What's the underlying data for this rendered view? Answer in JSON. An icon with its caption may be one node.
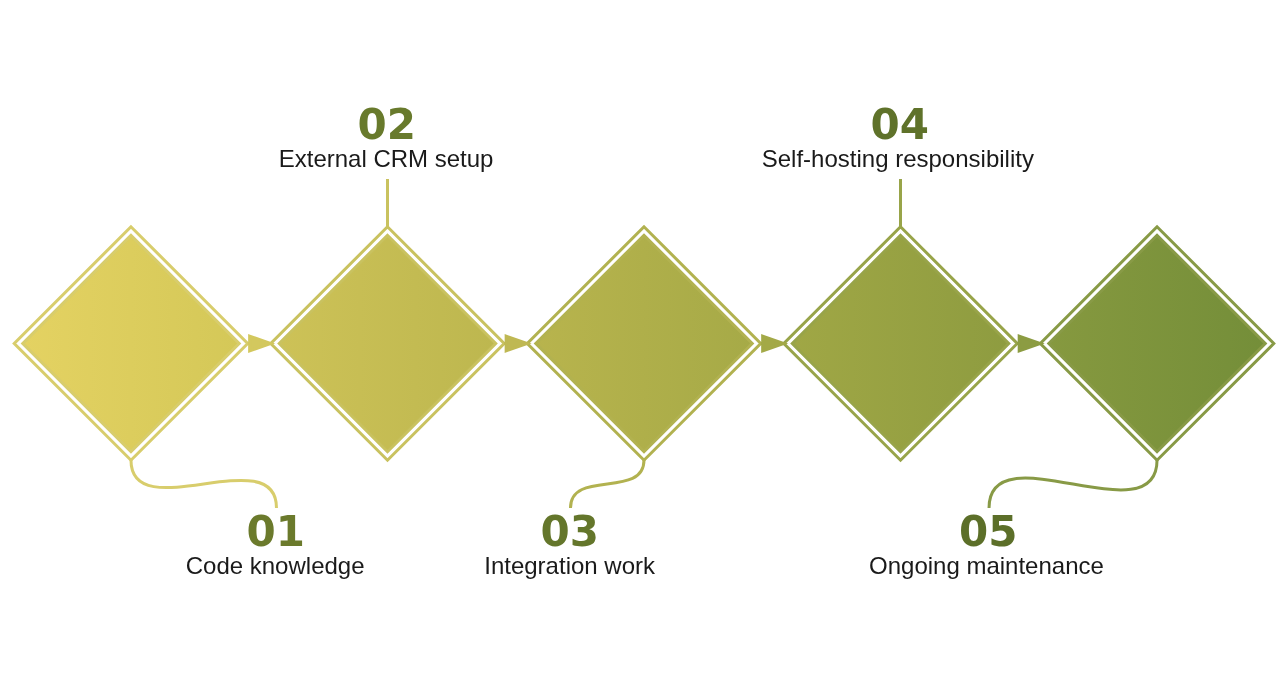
{
  "diagram": {
    "nodes": [
      {
        "text": [],
        "shape": "diamond"
      },
      {
        "text": [],
        "shape": "diamond"
      },
      {
        "text": [],
        "shape": "diamond"
      },
      {
        "text": [],
        "shape": "diamond"
      },
      {
        "text": [],
        "shape": "diamond"
      },
      {
        "text": [
          "01",
          "Code knowledge"
        ]
      },
      {
        "text": [
          "02",
          "External CRM setup"
        ]
      },
      {
        "text": [
          "03",
          "Integration work"
        ]
      },
      {
        "text": [
          "04",
          "Self-hosting responsibility"
        ]
      },
      {
        "text": [
          "05",
          "Ongoing maintenance"
        ]
      }
    ],
    "edges": [
      {
        "from": 0,
        "to": 1,
        "arrow": "to",
        "color": "#d3c85e"
      },
      {
        "from": 1,
        "to": 2,
        "arrow": "to",
        "color": "#bfb853"
      },
      {
        "from": 2,
        "to": 3,
        "arrow": "to",
        "color": "#a3a947"
      },
      {
        "from": 3,
        "to": 4,
        "arrow": "to",
        "color": "#8c9c42"
      },
      {
        "from": 5,
        "to": 0,
        "arrow": "none",
        "color": "#d8cd6c"
      },
      {
        "from": 6,
        "to": 1,
        "arrow": "none",
        "color": "#c9c25f"
      },
      {
        "from": 7,
        "to": 2,
        "arrow": "none",
        "color": "#b2b250"
      },
      {
        "from": 8,
        "to": 3,
        "arrow": "none",
        "color": "#98a449"
      },
      {
        "from": 9,
        "to": 4,
        "arrow": "none",
        "color": "#889a46"
      }
    ]
  }
}
